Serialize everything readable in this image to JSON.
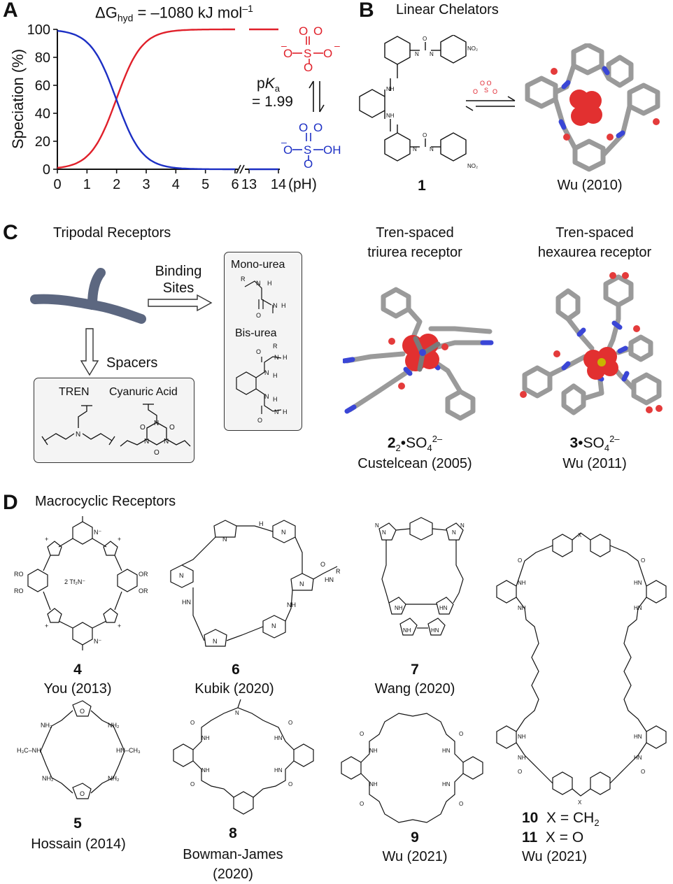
{
  "panels": {
    "A": {
      "letter": "A",
      "title_dg": "ΔG",
      "title_sub": "hyd",
      "title_rest": " = –1080 kJ mol",
      "title_sup": "–1",
      "ylabel": "Speciation (%)",
      "x_unit": "(pH)",
      "pka_p": "p",
      "pka_k": "K",
      "pka_sub": "a",
      "pka_value": "= 1.99",
      "sulfate_color": "#e0202a",
      "bisulfate_color": "#1c2fc4"
    },
    "B": {
      "letter": "B",
      "title": "Linear Chelators",
      "compound_number": "1",
      "structure_caption": "Wu (2010)"
    },
    "C": {
      "letter": "C",
      "title": "Tripodal Receptors",
      "binding_sites": "Binding\nSites",
      "spacers": "Spacers",
      "mono_urea": "Mono-urea",
      "bis_urea": "Bis-urea",
      "tren": "TREN",
      "cyanuric": "Cyanuric Acid",
      "triurea_title_1": "Tren-spaced",
      "triurea_title_2": "triurea receptor",
      "hexaurea_title_1": "Tren-spaced",
      "hexaurea_title_2": "hexaurea receptor",
      "triurea_num": "2",
      "triurea_sub": "2",
      "triurea_anion": "•SO",
      "triurea_anion_sub": "4",
      "triurea_anion_sup": "2–",
      "triurea_caption": "Custelcean (2005)",
      "hexaurea_num": "3",
      "hexaurea_anion": "•SO",
      "hexaurea_anion_sub": "4",
      "hexaurea_anion_sup": "2–",
      "hexaurea_caption": "Wu (2011)"
    },
    "D": {
      "letter": "D",
      "title": "Macrocyclic Receptors",
      "compounds": [
        {
          "num": "4",
          "caption": "You (2013)"
        },
        {
          "num": "6",
          "caption": "Kubik (2020)"
        },
        {
          "num": "7",
          "caption": "Wang (2020)"
        },
        {
          "num": "5",
          "caption": "Hossain (2014)"
        },
        {
          "num": "8",
          "caption": "Bowman-James\n(2020)"
        },
        {
          "num": "9",
          "caption": "Wu (2021)"
        }
      ],
      "c10_num": "10",
      "c10_text": "X = CH",
      "c10_sub": "2",
      "c11_num": "11",
      "c11_text": "X = O",
      "c1011_caption": "Wu (2021)",
      "tf2n": "2 Tf₂N⁻"
    }
  },
  "chart_data": {
    "type": "line",
    "title": "ΔGhyd = –1080 kJ mol–1",
    "xlabel": "(pH)",
    "ylabel": "Speciation (%)",
    "xlim": [
      0,
      14
    ],
    "ylim": [
      0,
      100
    ],
    "x_ticks": [
      "0",
      "1",
      "2",
      "3",
      "4",
      "5",
      "6",
      "13",
      "14"
    ],
    "y_ticks": [
      "0",
      "20",
      "40",
      "60",
      "80",
      "100"
    ],
    "axis_break": "between 6 and 13",
    "pKa": 1.99,
    "x": [
      0,
      0.5,
      1,
      1.5,
      2,
      2.5,
      3,
      3.5,
      4,
      4.5,
      5,
      6,
      13,
      14
    ],
    "series": [
      {
        "name": "SO4 2–",
        "color": "#e0202a",
        "values": [
          1,
          3,
          9,
          24,
          50,
          76,
          91,
          97,
          99,
          100,
          100,
          100,
          100,
          100
        ]
      },
      {
        "name": "HSO4 –",
        "color": "#1c2fc4",
        "values": [
          99,
          97,
          91,
          76,
          50,
          24,
          9,
          3,
          1,
          0,
          0,
          0,
          0,
          0
        ]
      }
    ],
    "grid": false
  }
}
